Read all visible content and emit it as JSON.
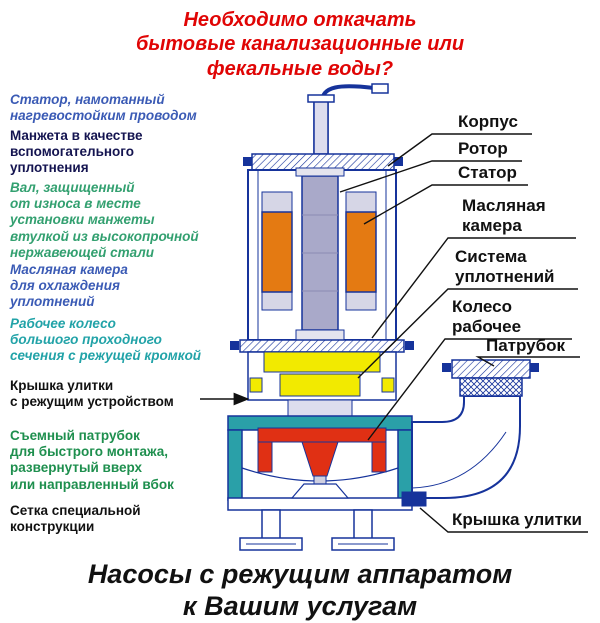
{
  "header": {
    "title": "Необходимо откачать\nбытовые канализационные или\nфекальные воды?"
  },
  "colors": {
    "title_red": "#e00505",
    "outline_blue": "#16339b",
    "leader_black": "#111111",
    "stator_winding_orange": "#e47a12",
    "rotor_gray": "#a9a9c9",
    "seal_yellow": "#f2ea00",
    "impeller_red": "#e03014",
    "volute_teal": "#2aa0a8"
  },
  "left_labels": [
    {
      "text": "Статор, намотанный\nнагревостойким проводом",
      "color": "#3b5bb5"
    },
    {
      "text": "Манжета в качестве\nвспомогательного\nуплотнения",
      "color": "#141450"
    },
    {
      "text": "Вал, защищенный\nот износа в месте\nустановки манжеты\nвтулкой из высокопрочной\nнержавеющей стали",
      "color": "#33a070"
    },
    {
      "text": "Масляная камера\nдля охлаждения\nуплотнений",
      "color": "#3b5bb5"
    },
    {
      "text": "Рабочее колесо\nбольшого проходного\nсечения с режущей кромкой",
      "color": "#22a3a8"
    },
    {
      "text": "Крышка улитки\nс режущим устройством",
      "color": "#111111"
    },
    {
      "text": "Съемный патрубок\nдля быстрого монтажа,\nразвернутый вверх\nили направленный вбок",
      "color": "#1e8f4e"
    },
    {
      "text": "Сетка специальной\nконструкции",
      "color": "#111111"
    }
  ],
  "right_labels": [
    {
      "text": "Корпус"
    },
    {
      "text": "Ротор"
    },
    {
      "text": "Статор"
    },
    {
      "text": "Масляная\nкамера"
    },
    {
      "text": "Система\nуплотнений"
    },
    {
      "text": "Колесо\nрабочее"
    },
    {
      "text": "Патрубок"
    },
    {
      "text": "Крышка улитки"
    }
  ],
  "footer": {
    "text": "Насосы с режущим аппаратом\nк Вашим услугам"
  }
}
